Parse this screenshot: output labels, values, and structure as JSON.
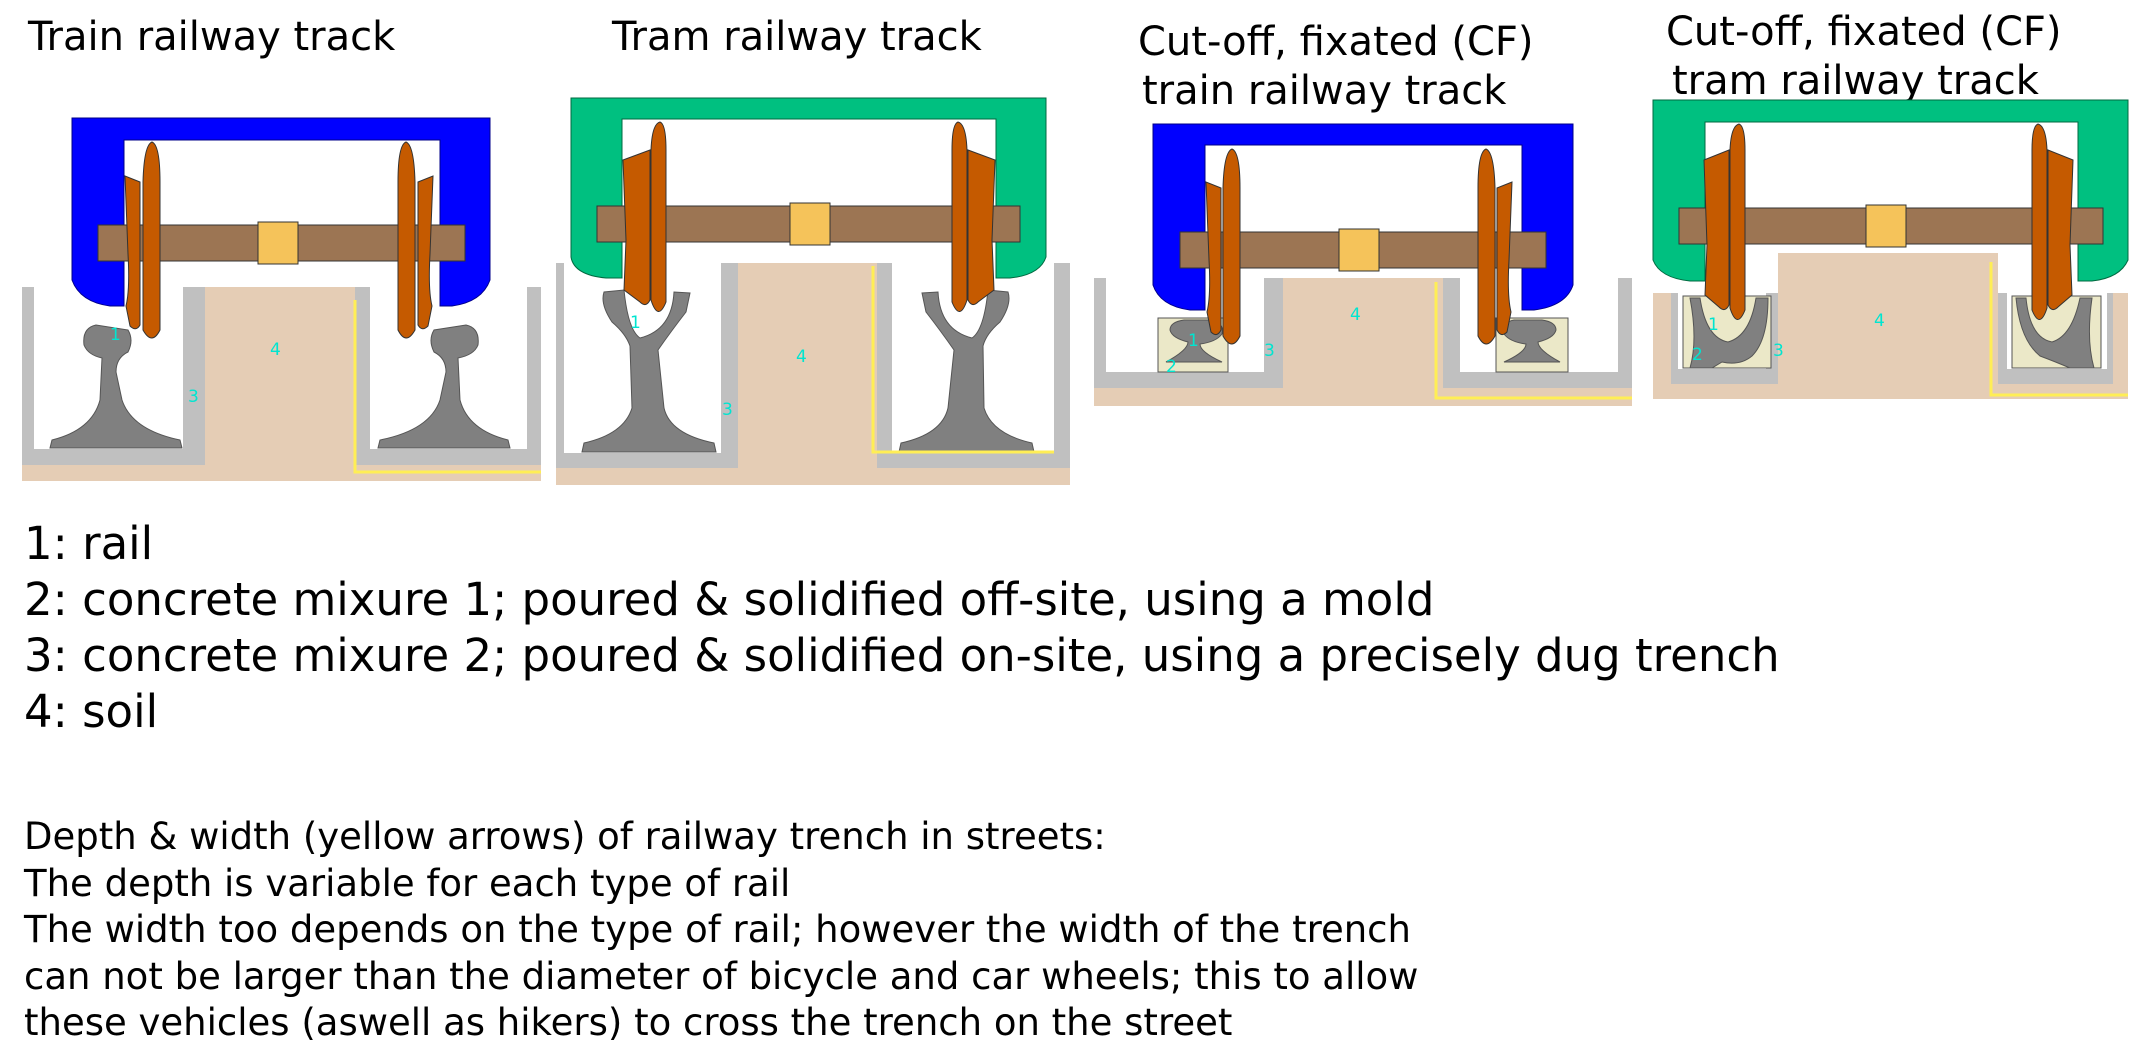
{
  "panels": [
    {
      "title_lines": [
        "Train railway track"
      ],
      "labels": [
        "1",
        "3",
        "4"
      ]
    },
    {
      "title_lines": [
        "Tram railway track"
      ],
      "labels": [
        "1",
        "3",
        "4"
      ]
    },
    {
      "title_lines": [
        "Cut-off, fixated (CF)",
        "train railway track"
      ],
      "labels": [
        "1",
        "2",
        "3",
        "4"
      ]
    },
    {
      "title_lines": [
        "Cut-off, fixated (CF)",
        "tram railway track"
      ],
      "labels": [
        "1",
        "2",
        "3",
        "4"
      ]
    }
  ],
  "legend": [
    "1: rail",
    "2: concrete mixure 1; poured & solidified off-site, using a mold",
    "3: concrete mixure 2; poured & solidified on-site, using a precisely dug trench",
    "4: soil"
  ],
  "notes": [
    "Depth & width (yellow arrows) of railway trench in streets:",
    "The depth is variable for each type of rail",
    "The width too depends on the type of rail; however the width of the trench",
    "can not be larger than the diameter of bicycle and car wheels; this to allow",
    "these vehicles (aswell as hikers) to cross the trench on the street"
  ],
  "colors": {
    "train_body": "#0000ff",
    "tram_body": "#00c080",
    "wheel": "#c55a00",
    "axle": "#9c7553",
    "hub": "#f5c35a",
    "rail": "#808080",
    "concrete_onsite": "#c0c0c0",
    "concrete_offsite": "#ebe8c8",
    "soil": "#e5cdb5",
    "arrows": "#ffee55",
    "number_labels": "#00e5d0"
  }
}
